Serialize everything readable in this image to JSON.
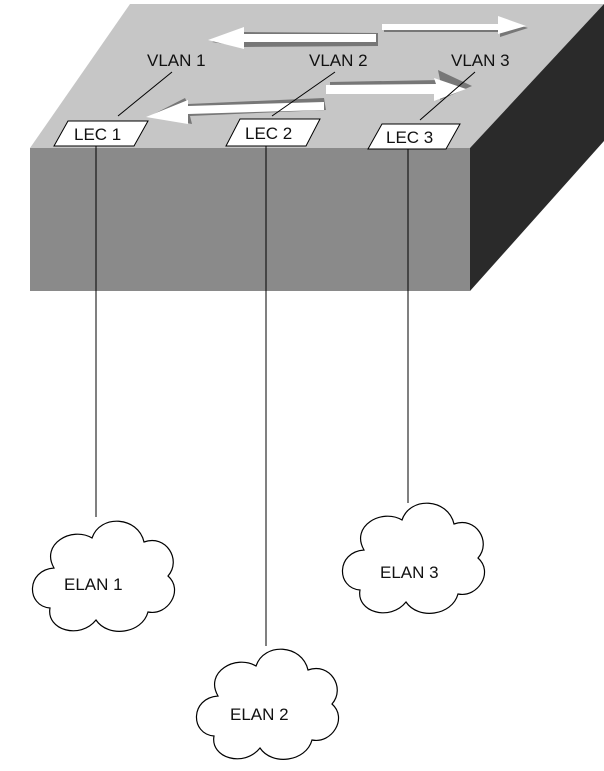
{
  "colors": {
    "switch_top": "#c6c6c6",
    "switch_front": "#8a8a8a",
    "switch_side": "#2a2a2a",
    "arrow_fill": "#ffffff",
    "arrow_shadow": "#777777",
    "line": "#000000",
    "tag_fill": "#ffffff"
  },
  "vlans": [
    {
      "label": "VLAN 1"
    },
    {
      "label": "VLAN 2"
    },
    {
      "label": "VLAN 3"
    }
  ],
  "lecs": [
    {
      "label": "LEC 1"
    },
    {
      "label": "LEC 2"
    },
    {
      "label": "LEC 3"
    }
  ],
  "elans": [
    {
      "label": "ELAN 1"
    },
    {
      "label": "ELAN 2"
    },
    {
      "label": "ELAN 3"
    }
  ]
}
